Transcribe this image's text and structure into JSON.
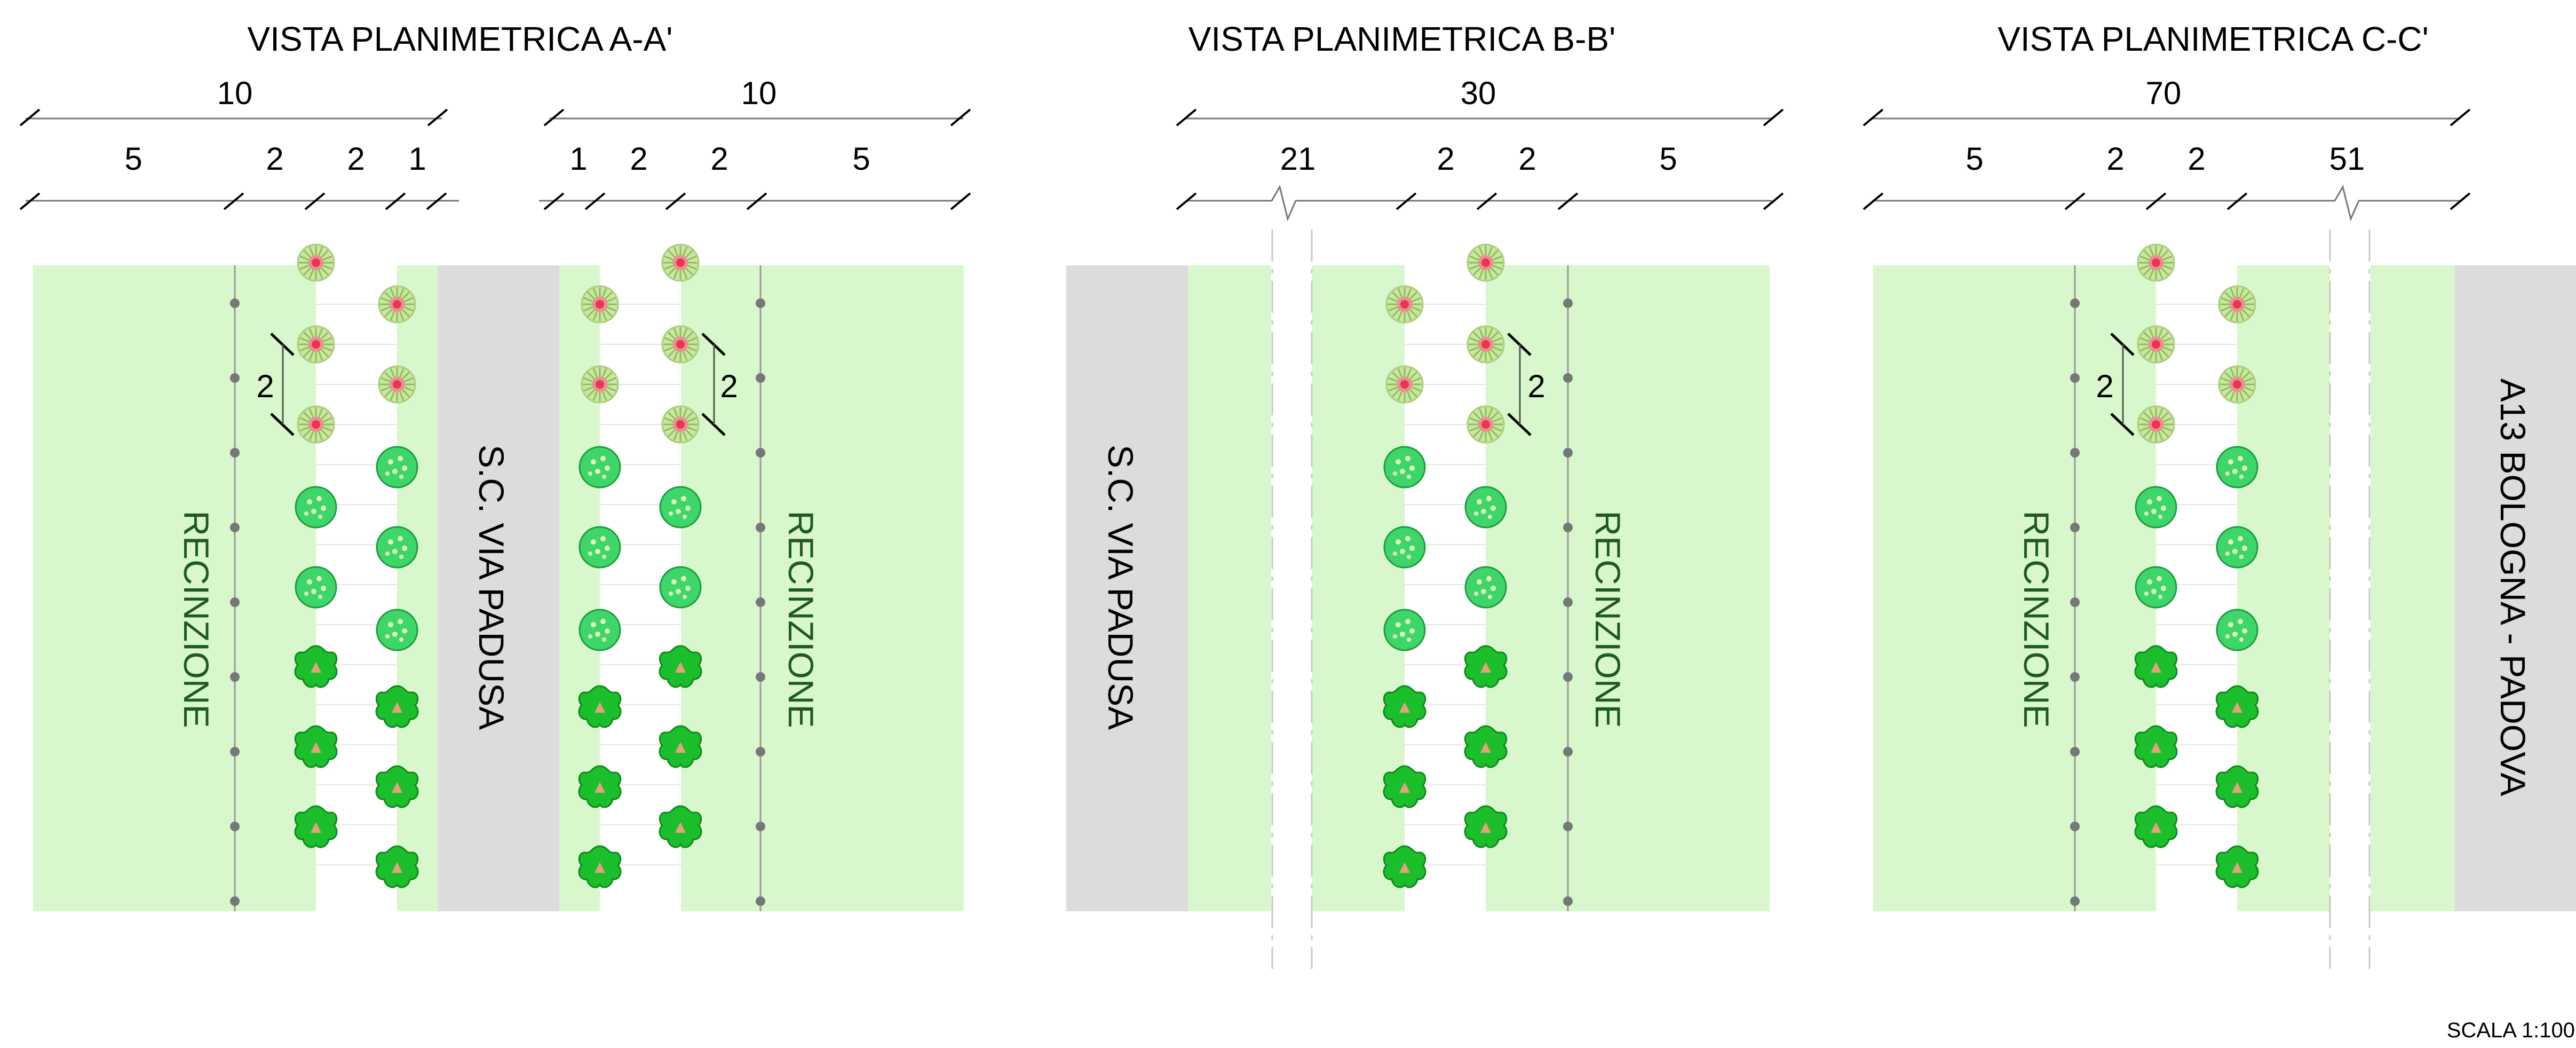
{
  "scale": "SCALA 1:100",
  "colors": {
    "grass": "#d8f7cc",
    "road": "#dcdcdc",
    "path": "#ffffff",
    "fence": "#777777",
    "label_green": "#1f5a1f",
    "leaf_dark": "#1bbf2b",
    "leaf_light": "#3ed66a",
    "flower_ring": "#c9e6a2",
    "flower_center": "#e8374c"
  },
  "views": [
    {
      "title": "VISTA PLANIMETRICA A-A'",
      "total_left": "10",
      "total_right": "10",
      "parts": [
        "5",
        "2",
        "2",
        "1",
        "1",
        "2",
        "2",
        "5"
      ],
      "spacing_left": "2",
      "spacing_right": "2",
      "labels": {
        "fence_left": "RECINZIONE",
        "road": "S.C. VIA PADUSA",
        "fence_right": "RECINZIONE"
      }
    },
    {
      "title": "VISTA PLANIMETRICA B-B'",
      "total": "30",
      "parts": [
        "21",
        "2",
        "2",
        "5"
      ],
      "spacing": "2",
      "labels": {
        "road": "S.C. VIA PADUSA",
        "fence": "RECINZIONE"
      }
    },
    {
      "title": "VISTA PLANIMETRICA C-C'",
      "total": "70",
      "parts": [
        "5",
        "2",
        "2",
        "51"
      ],
      "spacing": "2",
      "labels": {
        "fence": "RECINZIONE",
        "highway": "A13 BOLOGNA - PADOVA"
      }
    }
  ]
}
